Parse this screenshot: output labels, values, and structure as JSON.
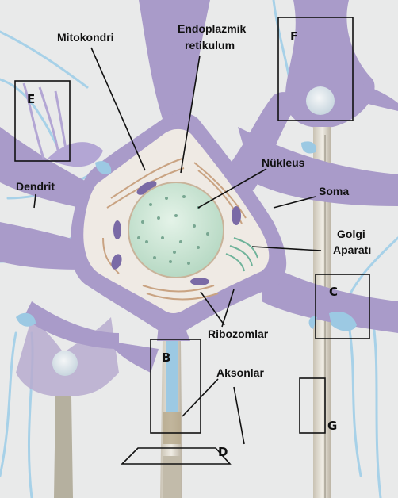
{
  "diagram": {
    "labels": {
      "mitokondri": "Mitokondri",
      "endoplazmik_1": "Endoplazmik",
      "endoplazmik_2": "retikulum",
      "nukleus": "Nükleus",
      "soma": "Soma",
      "golgi_1": "Golgi",
      "golgi_2": "Aparatı",
      "ribozomlar": "Ribozomlar",
      "aksonlar": "Aksonlar",
      "dendrit": "Dendrit"
    },
    "box_letters": {
      "e": "E",
      "f": "F",
      "c": "C",
      "b": "B",
      "d": "D",
      "g": "G"
    },
    "colors": {
      "background": "#e9eaea",
      "neuron_purple": "#a99bc9",
      "neuron_dark": "#8879b3",
      "soma_interior": "#efeae4",
      "nucleus_green": "#cfe6d6",
      "axon_blue": "#9cc9e3",
      "dendrite_blue": "#a7d1e8",
      "mitochondria": "#7a6aa6"
    }
  }
}
